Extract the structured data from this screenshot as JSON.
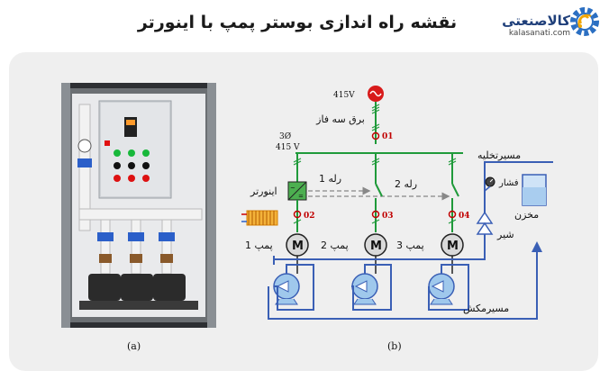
{
  "title": "نقشه راه اندازی بوستر پمپ با اینورتر",
  "logo": {
    "name": "کالاصنعتی",
    "url": "kalasanati.com"
  },
  "captions": {
    "a": "(a)",
    "b": "(b)"
  },
  "diagram": {
    "supply_voltage": "415V",
    "supply_label": "برق سه فاز",
    "phase_label": "3Ø",
    "bus_voltage": "415 V",
    "breaker_1": "01",
    "breaker_2": "02",
    "breaker_3": "03",
    "breaker_4": "04",
    "inverter_label": "اینورتر",
    "relay_1": "رله 1",
    "relay_2": "رله 2",
    "pump_1": "پمپ 1",
    "pump_2": "پمپ 2",
    "pump_3": "پمپ 3",
    "motor_symbol": "M",
    "discharge_path": "مسیرتخلیه",
    "pressure_gauge": "گیج فشار",
    "tank": "مخزن",
    "valve": "شیر",
    "suction_path": "مسیرمکش"
  },
  "colors": {
    "wire": "#1f9a3a",
    "pipe": "#3a5fb5",
    "breaker": "#c00000",
    "inverter": "#4caf50",
    "tank": "#cfe3f7"
  }
}
